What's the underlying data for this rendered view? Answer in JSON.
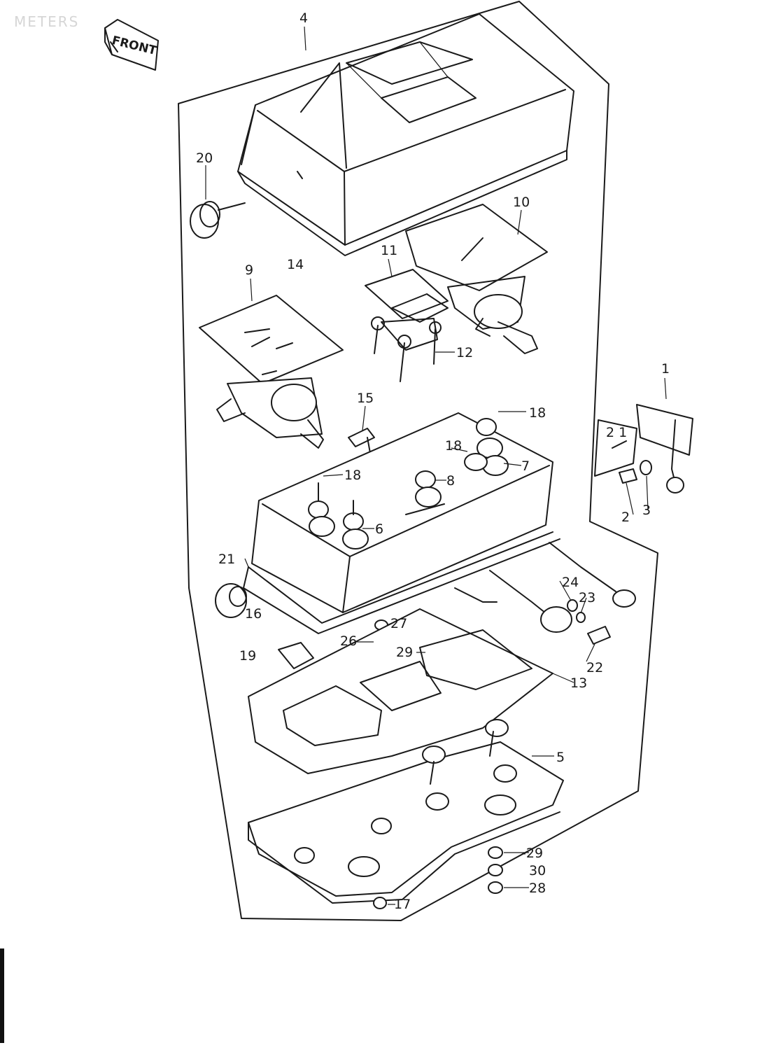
{
  "title": "METERS",
  "front_label": "FRONT",
  "callouts": {
    "c1": "1",
    "c2": "2",
    "c3": "3",
    "c4": "4",
    "c5": "5",
    "c6": "6",
    "c7": "7",
    "c8": "8",
    "c9": "9",
    "c10": "10",
    "c11": "11",
    "c12": "12",
    "c13": "13",
    "c14": "14",
    "c15": "15",
    "c16": "16",
    "c17": "17",
    "c18a": "18",
    "c18b": "18",
    "c18c": "18",
    "c19": "19",
    "c20": "20",
    "c21a": "21",
    "c21b": "2 1",
    "c22": "22",
    "c23": "23",
    "c24": "24",
    "c26": "26",
    "c27": "27",
    "c28": "28",
    "c29a": "29",
    "c29b": "-29",
    "c30": "30"
  }
}
